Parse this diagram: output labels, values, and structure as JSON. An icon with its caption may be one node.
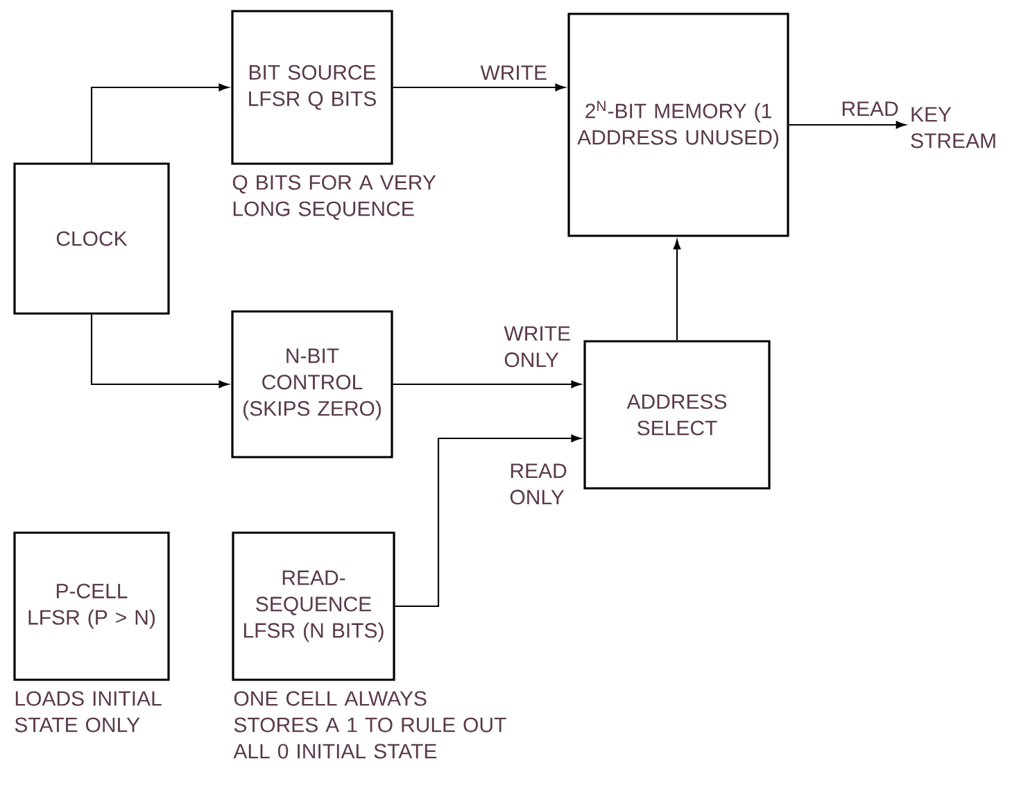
{
  "diagram": {
    "nodes": [
      {
        "text": [
          "BIT SOURCE LFSR Q BITS"
        ],
        "beside": [
          "Q BITS FOR A VERY LONG SEQUENCE"
        ]
      },
      {
        "text": [
          "2$^{N}$-BIT MEMORY (1 ADDRESS UNUSED)"
        ]
      },
      {
        "text": [
          "KEY STREAM"
        ]
      },
      {
        "text": [
          "CLOCK"
        ]
      },
      {
        "text": [
          "N-BIT CONTROL (SKIPS ZERO)"
        ]
      },
      {
        "text": [
          "ADDRESS SELECT"
        ]
      },
      {
        "text": [
          "P-CELL LFSR (P > N)"
        ],
        "beside": [
          "LOADS INITIAL STATE ONLY"
        ]
      },
      {
        "text": [
          "READ-SEQUENCE LFSR (N BITS)"
        ],
        "beside": [
          "ONE CELL ALWAYS STORES A 1 TO RULE OUT ALL 0 INITIAL STATE"
        ]
      }
    ],
    "edges": [
      {
        "from": 3,
        "to": 0,
        "arrow": "to"
      },
      {
        "from": 3,
        "to": 4,
        "arrow": "to"
      },
      {
        "from": 0,
        "to": 1,
        "arrow": "to",
        "label": "WRITE"
      },
      {
        "from": 1,
        "to": 2,
        "arrow": "to",
        "label": "READ"
      },
      {
        "from": 4,
        "to": 5,
        "arrow": "to",
        "label": "WRITE ONLY"
      },
      {
        "from": 7,
        "to": 5,
        "arrow": "to",
        "label": "READ ONLY"
      },
      {
        "from": 5,
        "to": 1,
        "arrow": "to"
      }
    ]
  }
}
